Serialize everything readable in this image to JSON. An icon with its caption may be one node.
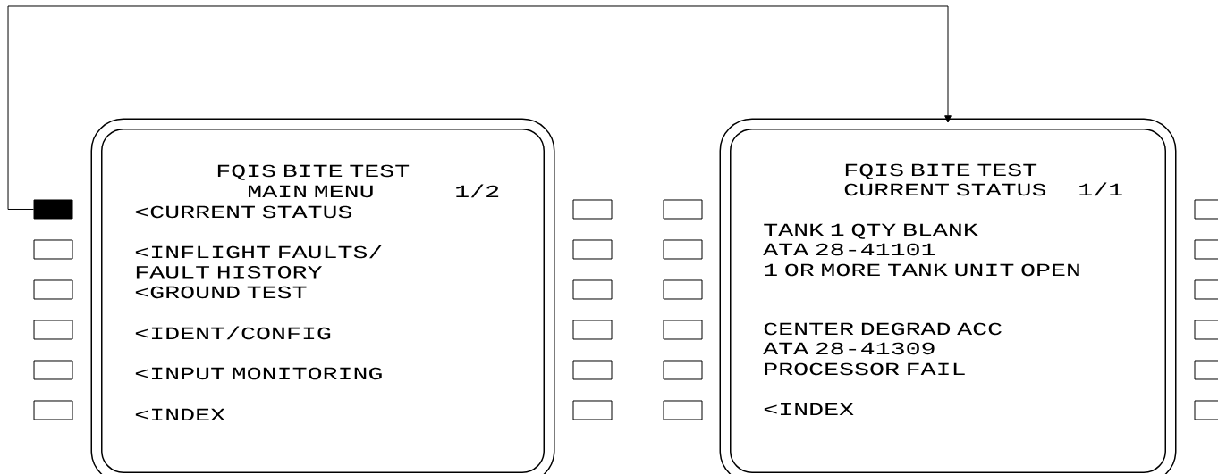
{
  "diagram": {
    "nodes": [
      {
        "text": [
          "FQIS BITE TEST",
          "MAIN MENU",
          "1/2",
          "<CURRENT STATUS",
          "<INFLIGHT FAULTS/ FAULT HISTORY",
          "<GROUND TEST",
          "<IDENT/CONFIG",
          "<INPUT MONITORING",
          "<INDEX"
        ]
      },
      {
        "text": [
          "FQIS BITE TEST",
          "CURRENT STATUS",
          "1/1",
          "TANK 1 QTY BLANK",
          "ATA 28-41101",
          "1 OR MORE TANK UNIT OPEN",
          "CENTER DEGRAD ACC",
          "ATA 28-41309",
          "PROCESSOR FAIL",
          "<INDEX"
        ]
      },
      {
        "text": [],
        "shape": "box"
      },
      {
        "text": [],
        "shape": "box"
      },
      {
        "text": [],
        "shape": "box"
      },
      {
        "text": [],
        "shape": "box"
      },
      {
        "text": [],
        "shape": "box"
      },
      {
        "text": [],
        "shape": "box"
      },
      {
        "text": [],
        "shape": "box"
      },
      {
        "text": [],
        "shape": "box"
      },
      {
        "text": [],
        "shape": "box"
      },
      {
        "text": [],
        "shape": "box"
      },
      {
        "text": [],
        "shape": "box"
      },
      {
        "text": [],
        "shape": "box"
      },
      {
        "text": [],
        "shape": "box"
      },
      {
        "text": [],
        "shape": "box"
      },
      {
        "text": [],
        "shape": "box"
      },
      {
        "text": [],
        "shape": "box"
      },
      {
        "text": [],
        "shape": "box"
      },
      {
        "text": [],
        "shape": "box"
      },
      {
        "text": [],
        "shape": "box"
      },
      {
        "text": [],
        "shape": "box"
      },
      {
        "text": [],
        "shape": "box"
      },
      {
        "text": [],
        "shape": "box"
      },
      {
        "text": [],
        "shape": "box"
      },
      {
        "text": [],
        "shape": "box"
      }
    ],
    "edges": [
      {
        "from": 2,
        "to": 1,
        "arrow": "to"
      }
    ]
  }
}
